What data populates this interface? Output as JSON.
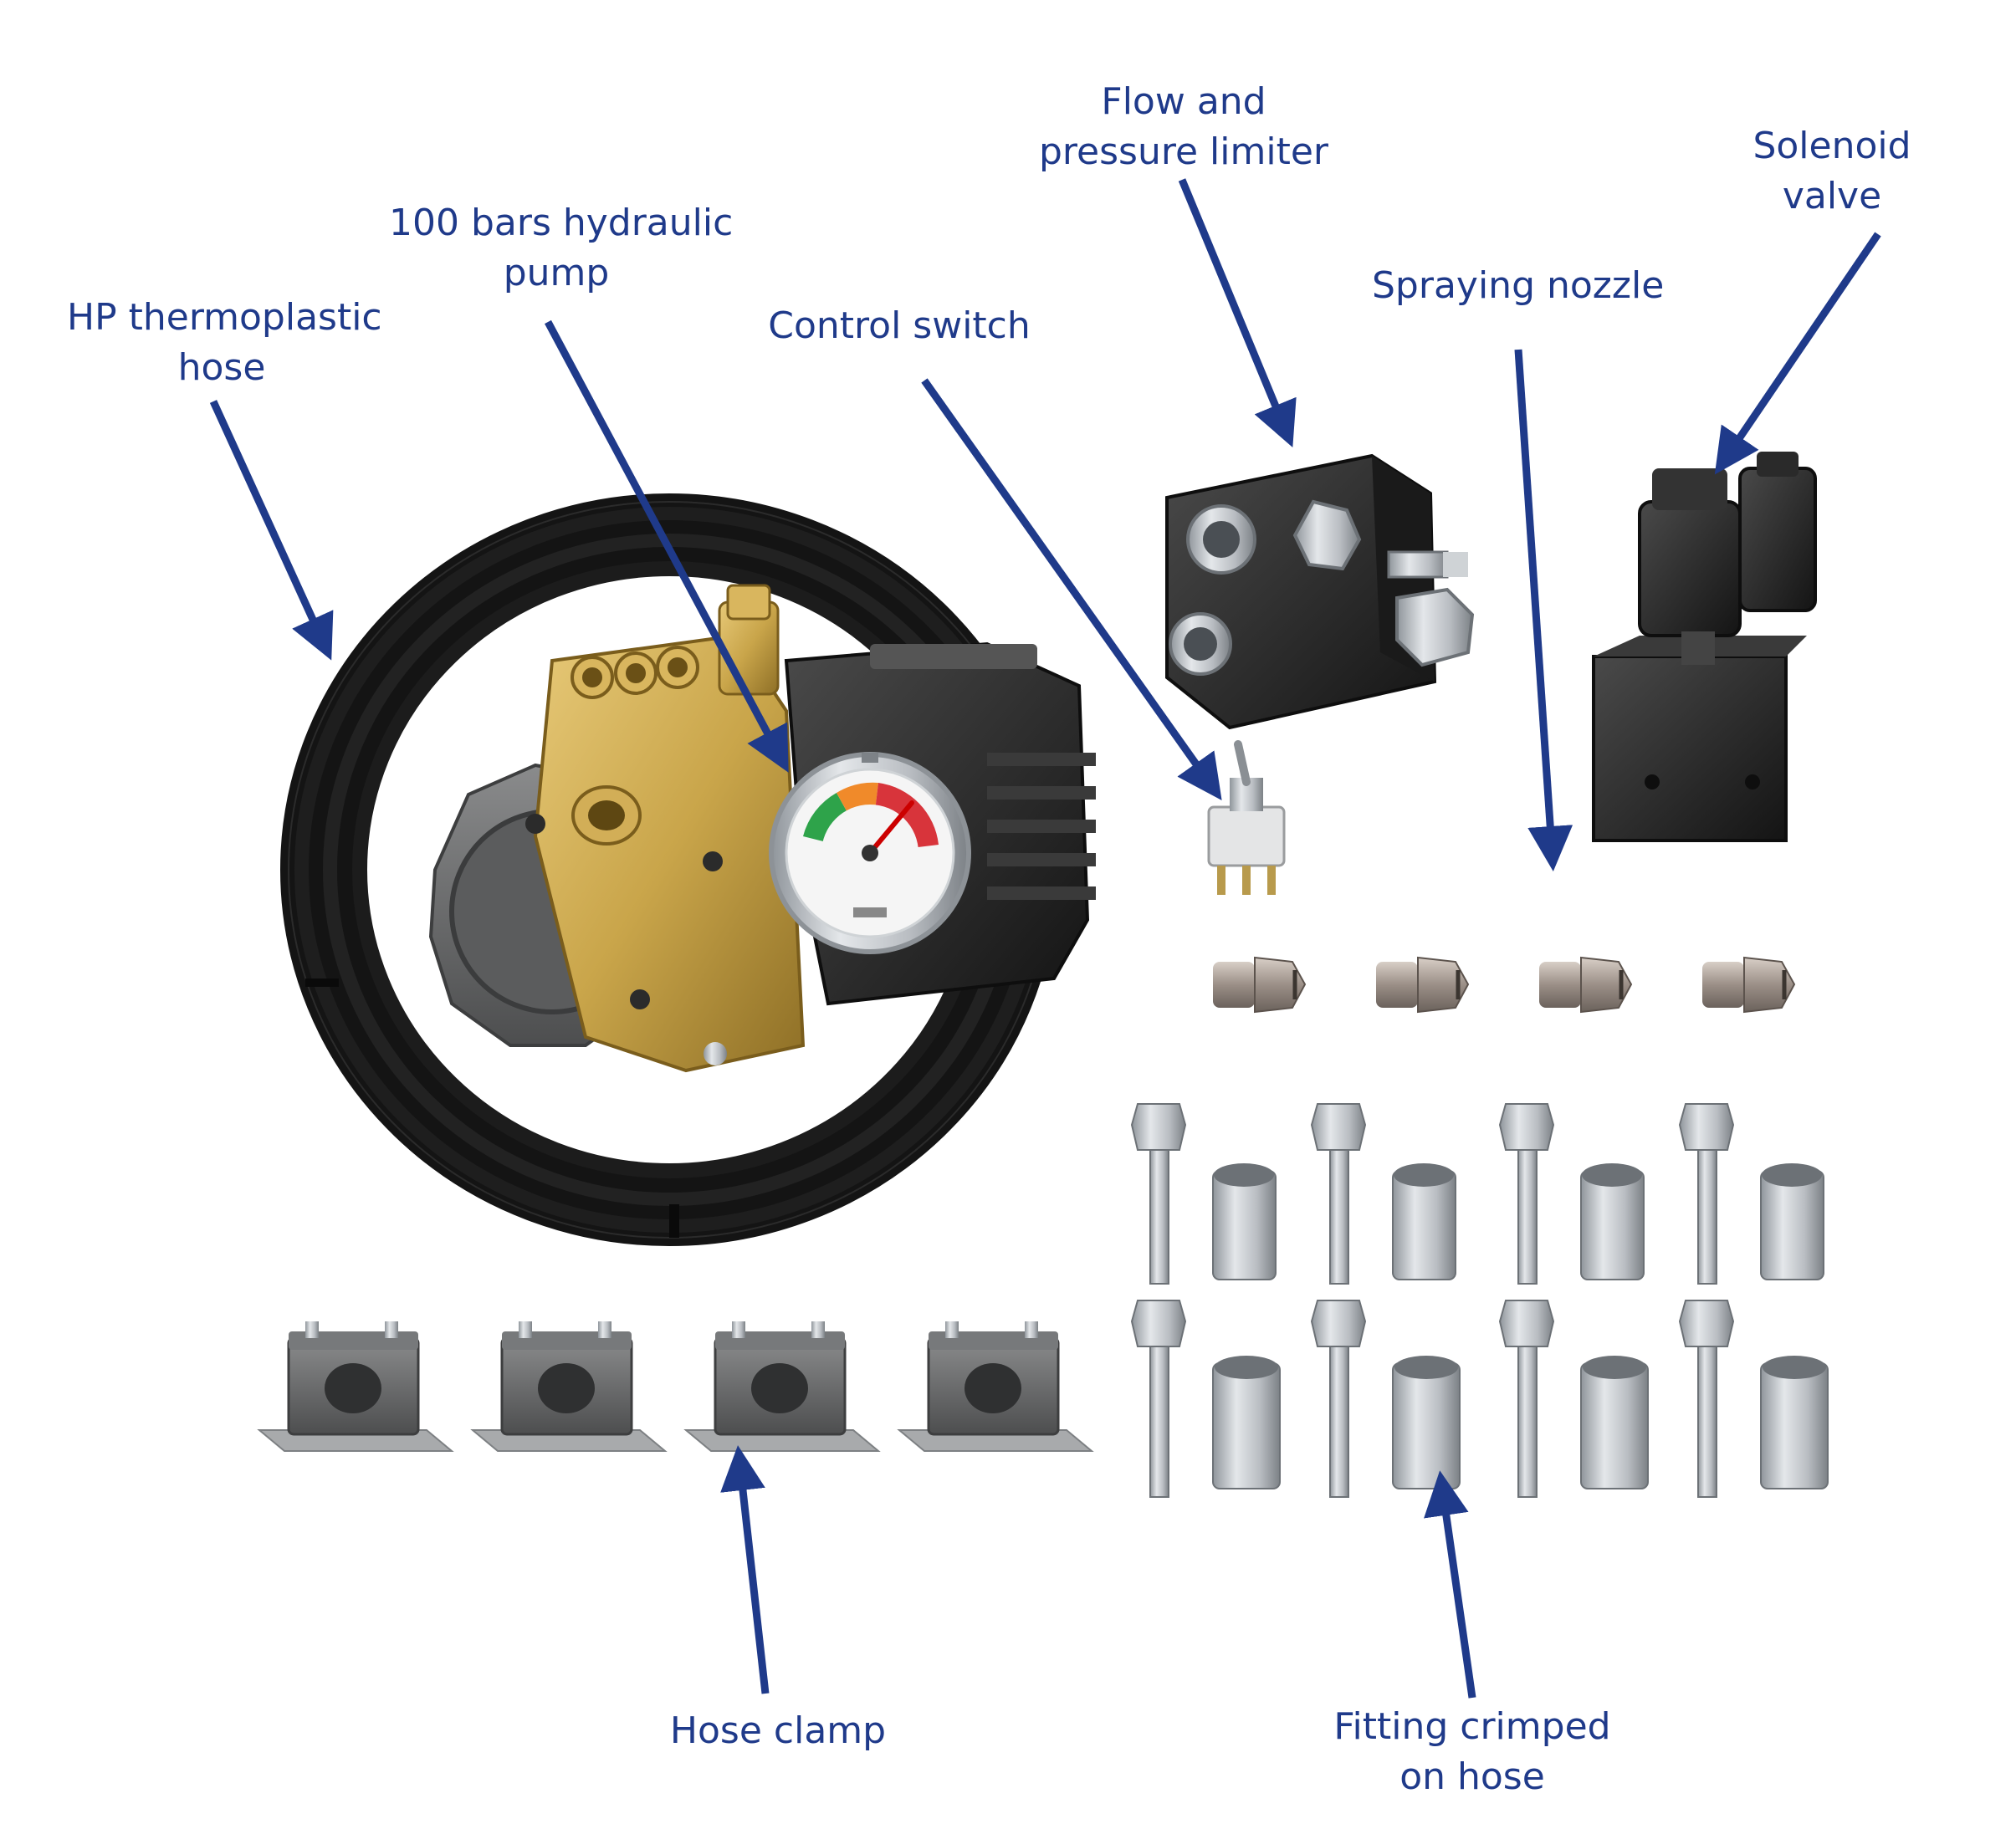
{
  "labels": {
    "hose": {
      "line1": "HP thermoplastic",
      "line2": "hose"
    },
    "pump": {
      "line1": "100 bars hydraulic",
      "line2": "pump"
    },
    "control_switch": {
      "line1": "Control switch"
    },
    "limiter": {
      "line1": "Flow and",
      "line2": "pressure limiter"
    },
    "solenoid": {
      "line1": "Solenoid",
      "line2": "valve"
    },
    "nozzle": {
      "line1": "Spraying nozzle"
    },
    "clamp": {
      "line1": "Hose clamp"
    },
    "fitting": {
      "line1": "Fitting crimped",
      "line2": "on hose"
    }
  },
  "colors": {
    "arrow": "#1f3a8a",
    "label_text": "#1f3a8a",
    "hose": "#141414",
    "brass": "#c9a54a",
    "steel": "#b9bdc2",
    "dark_body": "#2a2a2a",
    "plastic_grey": "#6d6e6f",
    "gauge_green": "#2ea34a",
    "gauge_red": "#d8343b",
    "gauge_orange": "#f08a2a"
  },
  "counts": {
    "nozzles": 4,
    "clamps": 4,
    "fitting_pairs": 8
  }
}
